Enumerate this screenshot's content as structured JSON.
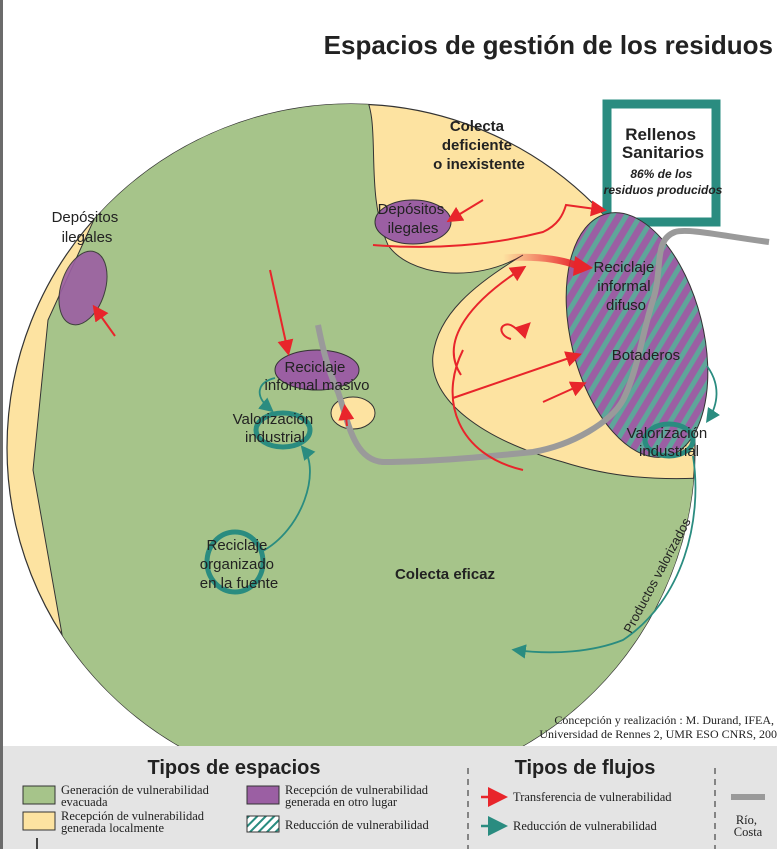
{
  "title": "Espacios de gestión de los residuos",
  "labels": {
    "depositos_left": [
      "Depósitos",
      "ilegales"
    ],
    "depositos_center": [
      "Depósitos",
      "ilegales"
    ],
    "colecta_deficiente": [
      "Colecta",
      "deficiente",
      "o inexistente"
    ],
    "rellenos": [
      "Rellenos",
      "Sanitarios"
    ],
    "rellenos_pct": [
      "86% de los",
      "residuos producidos"
    ],
    "reciclaje_informal_difuso": [
      "Reciclaje",
      "informal",
      "difuso"
    ],
    "botaderos": "Botaderos",
    "reciclaje_informal_masivo": [
      "Reciclaje",
      "informal masivo"
    ],
    "valorizacion_left": [
      "Valorización",
      "industrial"
    ],
    "valorizacion_right": [
      "Valorización",
      "industrial"
    ],
    "reciclaje_organizado": [
      "Reciclaje",
      "organizado",
      "en la fuente"
    ],
    "colecta_eficaz": "Colecta eficaz",
    "productos_valorizados": "Productos valorizados"
  },
  "credit": [
    "Concepción y realización : M. Durand, IFEA,",
    "Universidad de Rennes 2, UMR ESO CNRS, 200"
  ],
  "legend": {
    "espacios_title": "Tipos de espacios",
    "flujos_title": "Tipos de flujos",
    "generacion": [
      "Generación de vulnerabilidad",
      "evacuada"
    ],
    "recepcion_local": [
      "Recepción de vulnerabilidad",
      "generada localmente"
    ],
    "recepcion_otro": [
      "Recepción de vulnerabilidad",
      "generada en otro lugar"
    ],
    "reduccion_espacio": "Reducción de vulnerabilidad",
    "transferencia": "Transferencia de vulnerabilidad",
    "reduccion_flujo": "Reducción de vulnerabilidad",
    "rio": [
      "Río,",
      "Costa"
    ]
  },
  "colors": {
    "green": "#a6c48a",
    "yellow": "#fde3a1",
    "purple": "#9b5fa3",
    "teal": "#2a8c80",
    "red": "#e8252b",
    "gray_river": "#9a9a9a",
    "legend_bg": "#e4e4e4"
  }
}
